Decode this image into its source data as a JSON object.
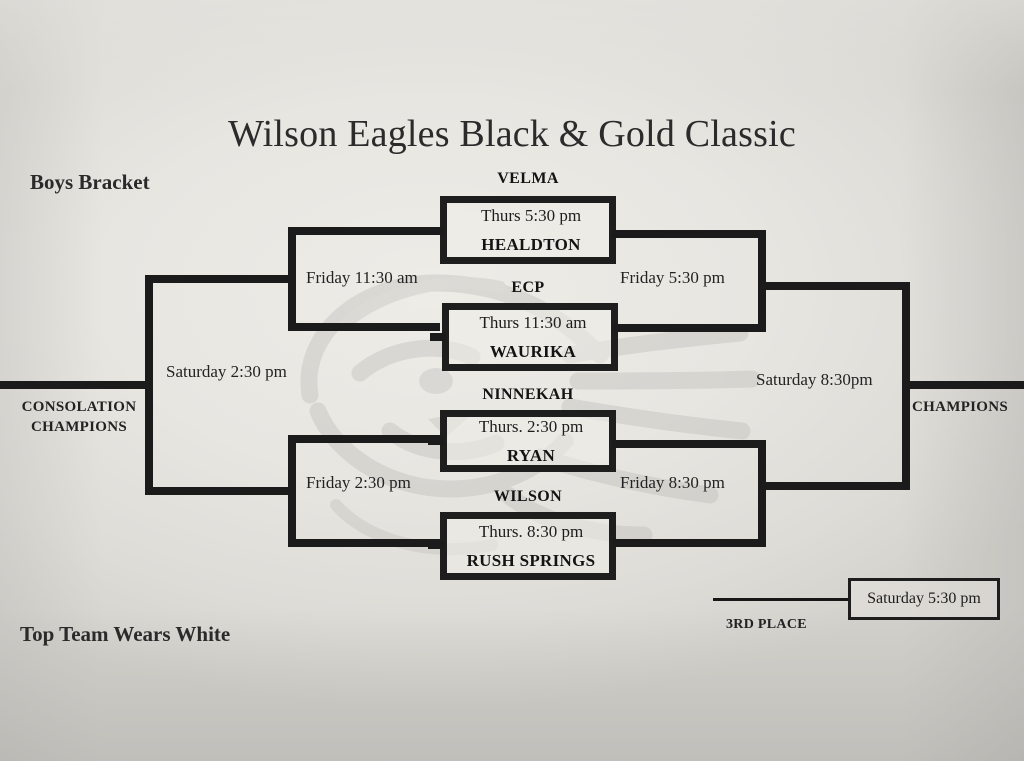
{
  "document": {
    "title": "Wilson Eagles Black & Gold Classic",
    "bracket_label": "Boys Bracket",
    "footer_note": "Top Team Wears White",
    "consolation_label_line1": "CONSOLATION",
    "consolation_label_line2": "CHAMPIONS",
    "champions_label": "CHAMPIONS",
    "third_place_label": "3RD PLACE",
    "third_place_time": "Saturday 5:30 pm",
    "watermark": "eagle-head-logo"
  },
  "games": {
    "quarterfinal_1": {
      "top_team": "VELMA",
      "time": "Thurs  5:30 pm",
      "bottom_team": "HEALDTON"
    },
    "quarterfinal_2": {
      "top_team": "ECP",
      "time": "Thurs 11:30 am",
      "bottom_team": "WAURIKA"
    },
    "quarterfinal_3": {
      "top_team": "NINNEKAH",
      "time": "Thurs. 2:30 pm",
      "bottom_team": "RYAN"
    },
    "quarterfinal_4": {
      "top_team": "WILSON",
      "time": "Thurs. 8:30 pm",
      "bottom_team": "RUSH SPRINGS"
    }
  },
  "rounds": {
    "semifinal_upper": "Friday 5:30 pm",
    "semifinal_lower": "Friday 8:30 pm",
    "final": "Saturday 8:30pm",
    "consolation_upper": "Friday 11:30 am",
    "consolation_lower": "Friday 2:30 pm",
    "consolation_final": "Saturday 2:30 pm"
  },
  "colors": {
    "ink": "#1b1b1b",
    "paper": "#e9e8e4",
    "watermark": "#b9b8b4"
  }
}
